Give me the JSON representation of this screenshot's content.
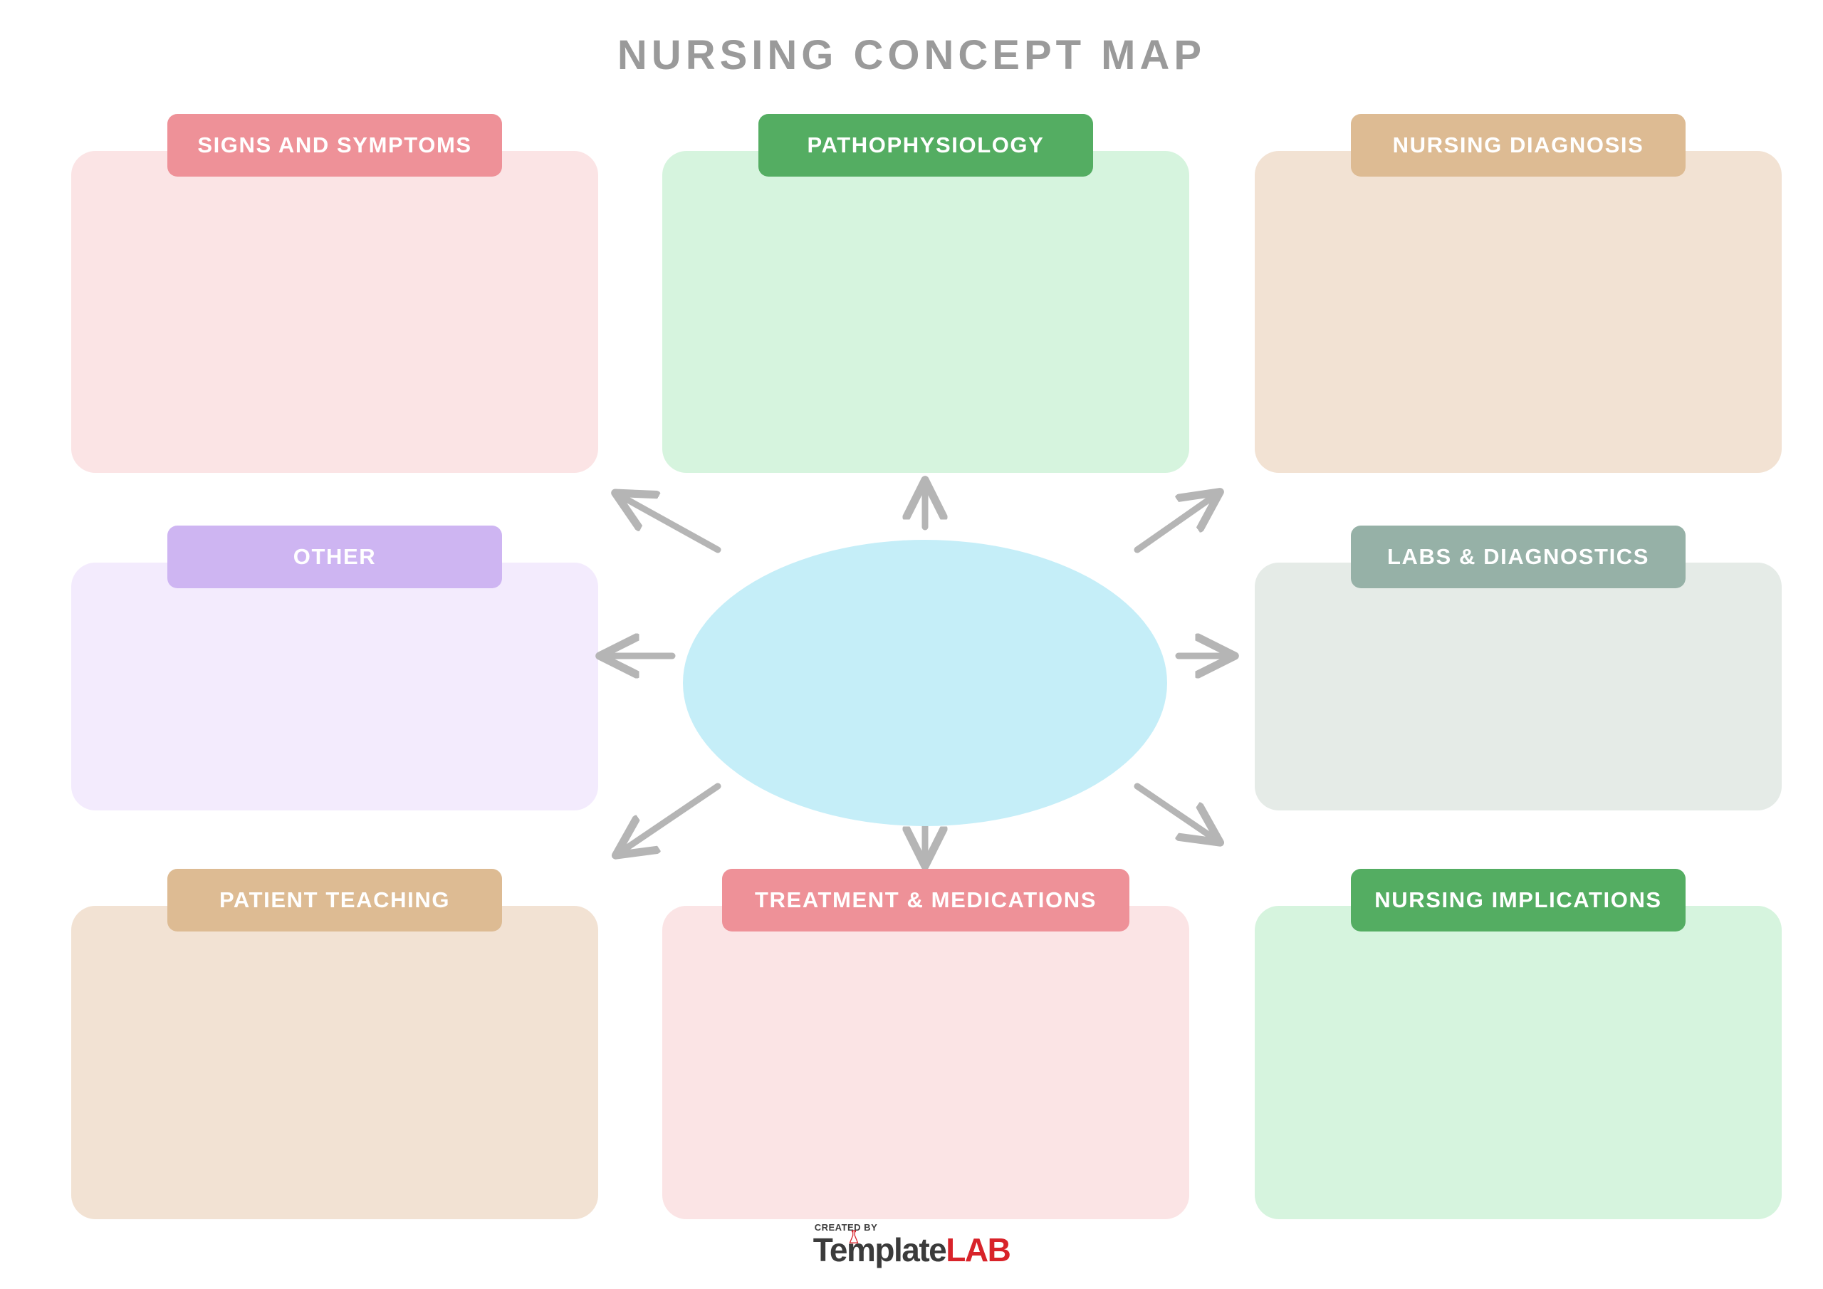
{
  "document": {
    "title": "NURSING CONCEPT MAP",
    "title_color": "#9a9a9a",
    "background": "#ffffff"
  },
  "center": {
    "shape": "ellipse",
    "label": "",
    "fill_color": "#c5eef8"
  },
  "arrows": {
    "color": "#b5b5b5",
    "count": 8,
    "directions": [
      "north",
      "northeast",
      "east",
      "southeast",
      "south",
      "southwest",
      "west",
      "northwest"
    ]
  },
  "panels": [
    {
      "id": "signs-and-symptoms",
      "label": "SIGNS AND SYMPTOMS",
      "content": "",
      "header_color": "#ee9198",
      "body_color": "#fbe4e5",
      "column": 1,
      "row": 1
    },
    {
      "id": "pathophysiology",
      "label": "PATHOPHYSIOLOGY",
      "content": "",
      "header_color": "#54ad62",
      "body_color": "#d6f4de",
      "column": 2,
      "row": 1
    },
    {
      "id": "nursing-diagnosis",
      "label": "NURSING DIAGNOSIS",
      "content": "",
      "header_color": "#ddbb93",
      "body_color": "#f2e2d3",
      "column": 3,
      "row": 1
    },
    {
      "id": "other",
      "label": "OTHER",
      "content": "",
      "header_color": "#ceb5f2",
      "body_color": "#f3ebfd",
      "column": 1,
      "row": 2
    },
    {
      "id": "labs-and-diagnostics",
      "label": "LABS & DIAGNOSTICS",
      "content": "",
      "header_color": "#96b1a7",
      "body_color": "#e5ebe7",
      "column": 3,
      "row": 2
    },
    {
      "id": "patient-teaching",
      "label": "PATIENT TEACHING",
      "content": "",
      "header_color": "#ddbb93",
      "body_color": "#f2e2d3",
      "column": 1,
      "row": 3
    },
    {
      "id": "treatment-and-medications",
      "label": "TREATMENT & MEDICATIONS",
      "content": "",
      "header_color": "#ee9198",
      "body_color": "#fbe4e5",
      "column": 2,
      "row": 3
    },
    {
      "id": "nursing-implications",
      "label": "NURSING IMPLICATIONS",
      "content": "",
      "header_color": "#54ad62",
      "body_color": "#d6f4de",
      "column": 3,
      "row": 3
    }
  ],
  "footer": {
    "created_by": "CREATED BY",
    "brand_first": "Template",
    "brand_second": "LAB",
    "brand_first_color": "#3b3b3b",
    "brand_second_color": "#d8232a"
  }
}
